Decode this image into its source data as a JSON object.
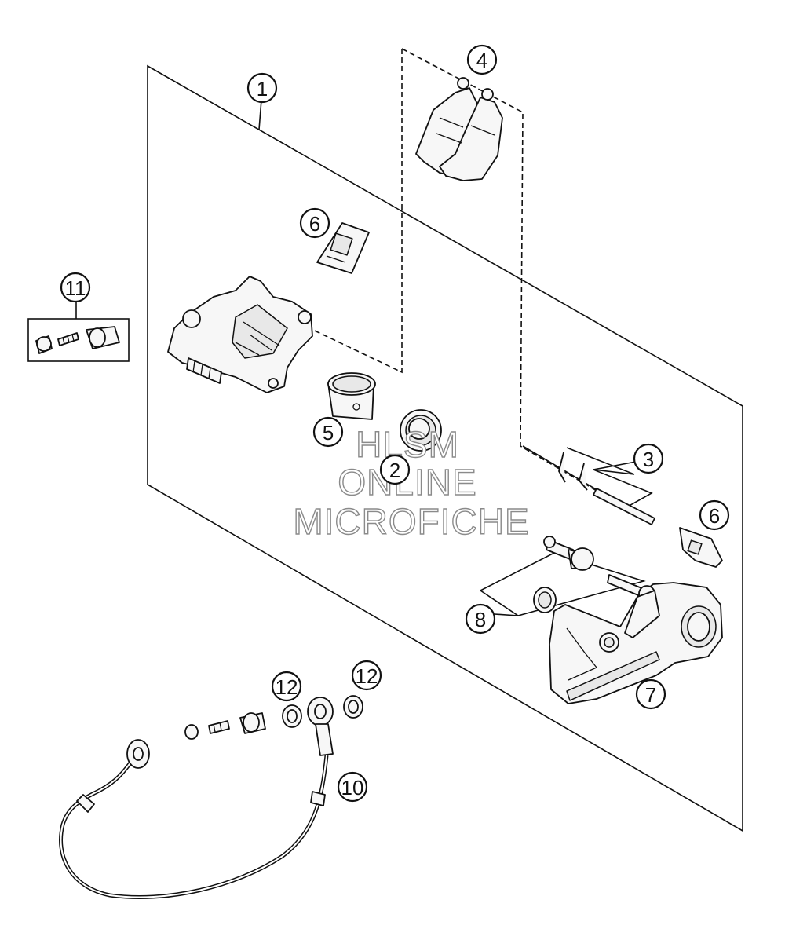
{
  "diagram": {
    "callouts": [
      "1",
      "2",
      "3",
      "4",
      "5",
      "6",
      "6",
      "7",
      "8",
      "10",
      "11",
      "12",
      "12"
    ]
  },
  "watermark": {
    "line1": "HLSM",
    "line2": "ONLINE",
    "line3": "MICROFICHE"
  }
}
